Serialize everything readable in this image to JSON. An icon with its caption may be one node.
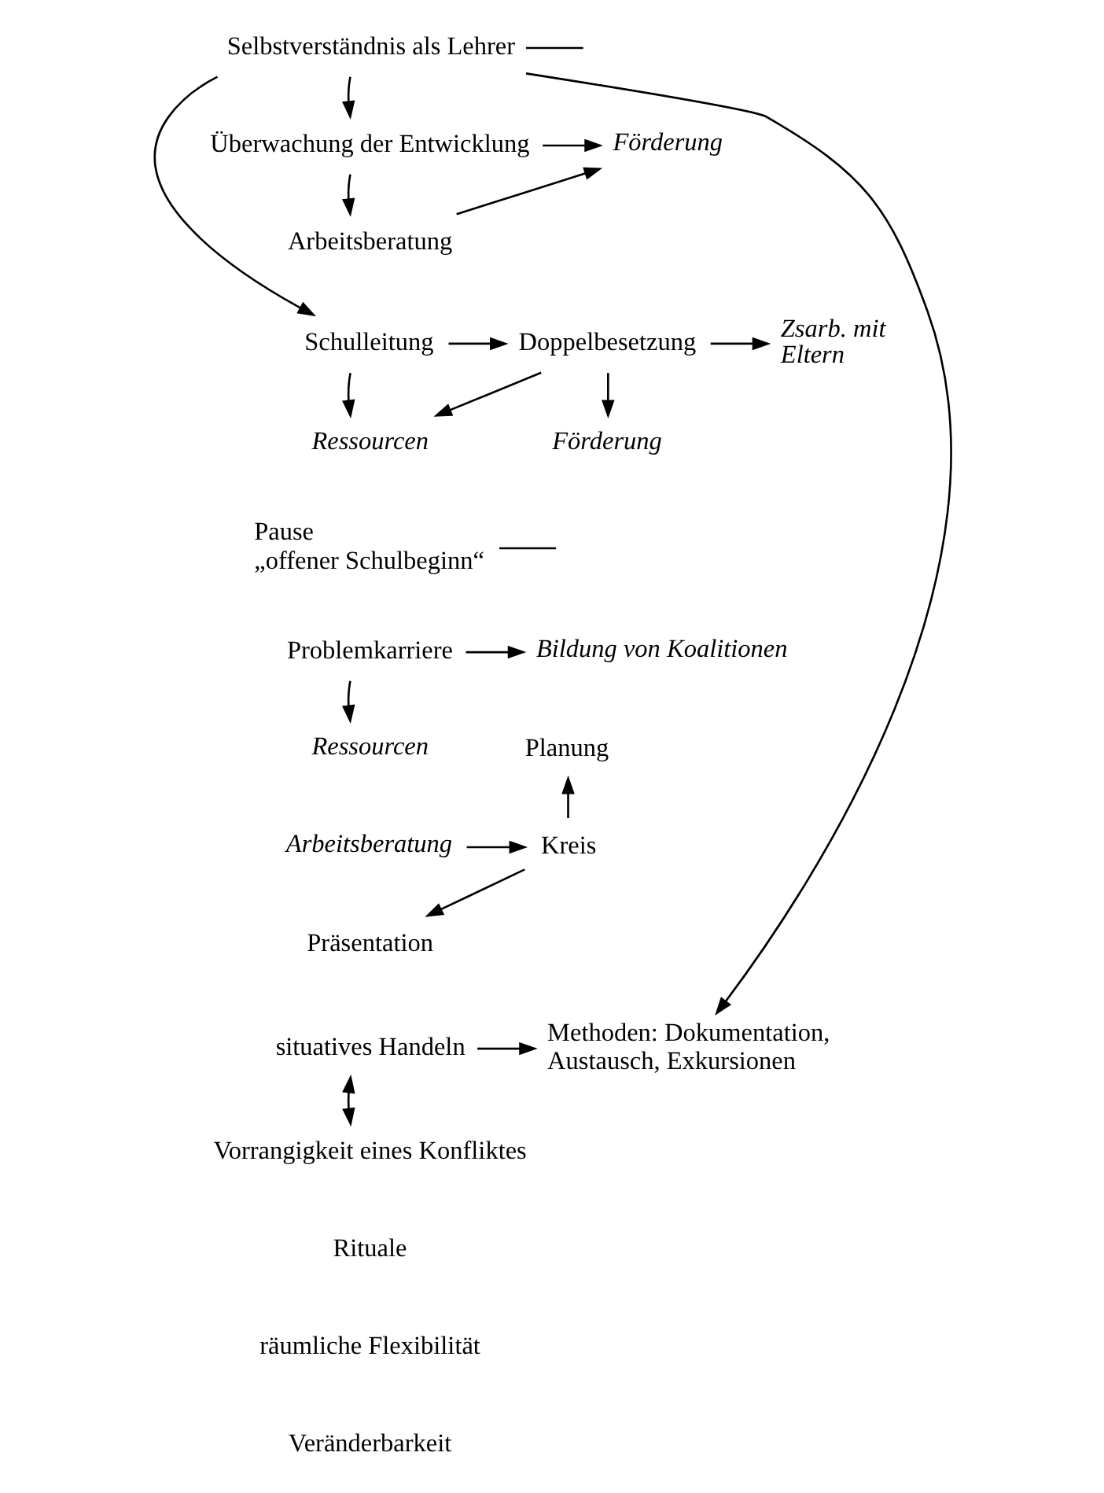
{
  "diagram": {
    "nodes": [
      {
        "text": [
          "Selbstverständnis als Lehrer"
        ]
      },
      {
        "text": [
          "Überwachung der Entwicklung"
        ]
      },
      {
        "text": [
          "Förderung"
        ]
      },
      {
        "text": [
          "Arbeitsberatung"
        ]
      },
      {
        "text": [
          "Schulleitung"
        ]
      },
      {
        "text": [
          "Doppelbesetzung"
        ]
      },
      {
        "text": [
          "Zsarb. mit Eltern"
        ]
      },
      {
        "text": [
          "Ressourcen"
        ]
      },
      {
        "text": [
          "Förderung"
        ]
      },
      {
        "text": [
          "Pause",
          "„offener Schulbeginn“"
        ]
      },
      {
        "text": [
          "Problemkarriere"
        ]
      },
      {
        "text": [
          "Bildung von Koalitionen"
        ]
      },
      {
        "text": [
          "Ressourcen"
        ]
      },
      {
        "text": [
          "Arbeitsberatung"
        ]
      },
      {
        "text": [
          "Kreis"
        ]
      },
      {
        "text": [
          "Planung"
        ]
      },
      {
        "text": [
          "Präsentation"
        ]
      },
      {
        "text": [
          "situatives Handeln"
        ]
      },
      {
        "text": [
          "Methoden: Dokumentation, Austausch, Exkursionen"
        ]
      },
      {
        "text": [
          "Vorrangigkeit eines Konfliktes"
        ]
      }
    ],
    "edges": [
      {
        "from": 0,
        "to": 1,
        "arrow": "to"
      },
      {
        "from": 1,
        "to": 2,
        "arrow": "to"
      },
      {
        "from": 1,
        "to": 3,
        "arrow": "to"
      },
      {
        "from": 3,
        "to": 2,
        "arrow": "to"
      },
      {
        "from": 0,
        "to": 4,
        "arrow": "to"
      },
      {
        "from": 4,
        "to": 5,
        "arrow": "to"
      },
      {
        "from": 5,
        "to": 6,
        "arrow": "to"
      },
      {
        "from": 4,
        "to": 7,
        "arrow": "to"
      },
      {
        "from": 5,
        "to": 7,
        "arrow": "to"
      },
      {
        "from": 5,
        "to": 8,
        "arrow": "to"
      },
      {
        "from": 10,
        "to": 11,
        "arrow": "to"
      },
      {
        "from": 10,
        "to": 12,
        "arrow": "to"
      },
      {
        "from": 13,
        "to": 14,
        "arrow": "to"
      },
      {
        "from": 14,
        "to": 15,
        "arrow": "to"
      },
      {
        "from": 14,
        "to": 16,
        "arrow": "to"
      },
      {
        "from": 0,
        "to": 18,
        "arrow": "to"
      },
      {
        "from": 17,
        "to": 18,
        "arrow": "to"
      },
      {
        "from": 17,
        "to": 19,
        "arrow": "both"
      },
      {
        "from": 0,
        "to": null,
        "arrow": "none"
      },
      {
        "from": 9,
        "to": null,
        "arrow": "none"
      }
    ],
    "labels": [
      "Rituale",
      "räumliche Flexibilität",
      "Veränderbarkeit"
    ]
  }
}
